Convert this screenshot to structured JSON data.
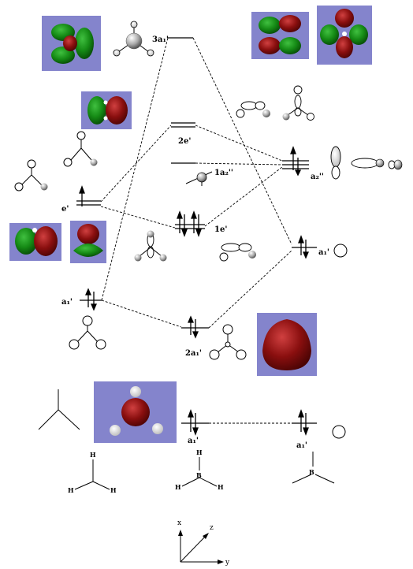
{
  "colors": {
    "panel": "#8484cc",
    "lobe_red": "#7a0c0c",
    "lobe_green": "#148014",
    "line": "#000000"
  },
  "levels": {
    "a1p_left": "a₁'",
    "ep_left": "e'",
    "mo_3a1": "3a₁'",
    "mo_2e": "2e'",
    "mo_1a2": "1a₂''",
    "mo_1e": "1e'",
    "mo_2a1": "2a₁'",
    "mo_a1_bottom": "a₁'",
    "right_a2": "a₂''",
    "right_a1": "a₁'",
    "right_a1_bottom": "a₁'"
  },
  "atoms": {
    "bh3_left": {
      "h1": "H",
      "h2": "H",
      "h3": "H"
    },
    "bh3_mid": {
      "h1": "H",
      "b": "B",
      "h2": "H",
      "h3": "H"
    },
    "b_right": {
      "b": "B"
    }
  },
  "axes": {
    "x": "x",
    "y": "y",
    "z": "z"
  }
}
